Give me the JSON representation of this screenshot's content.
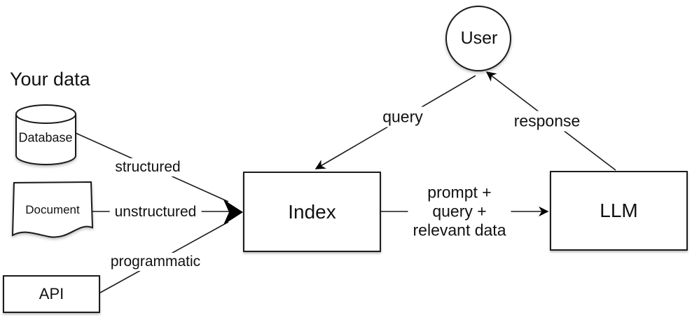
{
  "diagram": {
    "heading": "Your data",
    "nodes": {
      "user": "User",
      "database": "Database",
      "document": "Document",
      "api": "API",
      "index": "Index",
      "llm": "LLM"
    },
    "edges": {
      "structured": "structured",
      "unstructured": "unstructured",
      "programmatic": "programmatic",
      "query": "query",
      "response": "response",
      "prompt_lines": [
        "prompt +",
        "query +",
        "relevant data"
      ]
    },
    "colors": {
      "stroke": "#1a1a1a",
      "arrow_fill": "#000000",
      "background": "#ffffff",
      "text": "#111111"
    }
  }
}
